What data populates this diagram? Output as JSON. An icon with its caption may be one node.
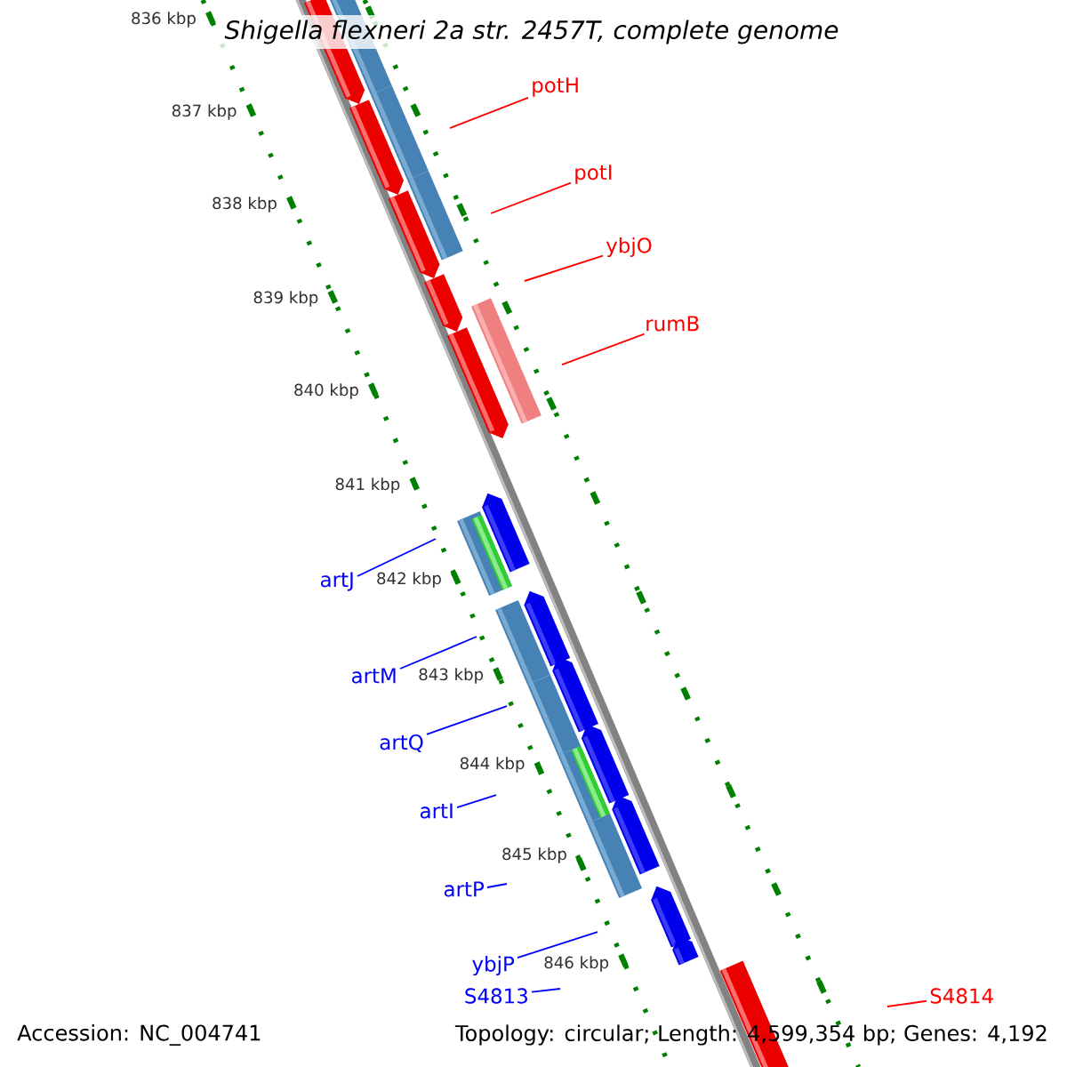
{
  "diagram": {
    "title": "Shigella flexneri 2a str. 2457T, complete genome",
    "nodes": [
      {
        "text": [
          "potH"
        ]
      },
      {
        "text": [
          "potI"
        ]
      },
      {
        "text": [
          "ybjO"
        ]
      },
      {
        "text": [
          "rumB"
        ]
      },
      {
        "text": [
          "artJ"
        ]
      },
      {
        "text": [
          "artM"
        ]
      },
      {
        "text": [
          "artQ"
        ]
      },
      {
        "text": [
          "artI"
        ]
      },
      {
        "text": [
          "artP"
        ]
      },
      {
        "text": [
          "ybjP"
        ]
      },
      {
        "text": [
          "S4813"
        ]
      },
      {
        "text": [
          "S4814"
        ]
      }
    ],
    "edges": [
      {
        "from": 0,
        "to": null,
        "arrow": "none",
        "color": "#ff0000"
      },
      {
        "from": 1,
        "to": null,
        "arrow": "none",
        "color": "#ff0000"
      },
      {
        "from": 2,
        "to": null,
        "arrow": "none",
        "color": "#ff0000"
      },
      {
        "from": 3,
        "to": null,
        "arrow": "none",
        "color": "#ff0000"
      },
      {
        "from": 4,
        "to": null,
        "arrow": "none"
      },
      {
        "from": 5,
        "to": null,
        "arrow": "none"
      },
      {
        "from": 6,
        "to": null,
        "arrow": "none"
      },
      {
        "from": 7,
        "to": null,
        "arrow": "none"
      },
      {
        "from": 8,
        "to": null,
        "arrow": "none"
      },
      {
        "from": 9,
        "to": null,
        "arrow": "none"
      },
      {
        "from": 10,
        "to": null,
        "arrow": "none"
      },
      {
        "from": 11,
        "to": null,
        "arrow": "none",
        "color": "#ff0000"
      }
    ],
    "labels": [
      "836 kbp",
      "837 kbp",
      "838 kbp",
      "839 kbp",
      "840 kbp",
      "841 kbp",
      "842 kbp",
      "843 kbp",
      "844 kbp",
      "845 kbp",
      "846 kbp",
      "Accession: NC_004741",
      "Topology: circular; Length: 4,599,354 bp; Genes: 4,192"
    ]
  }
}
